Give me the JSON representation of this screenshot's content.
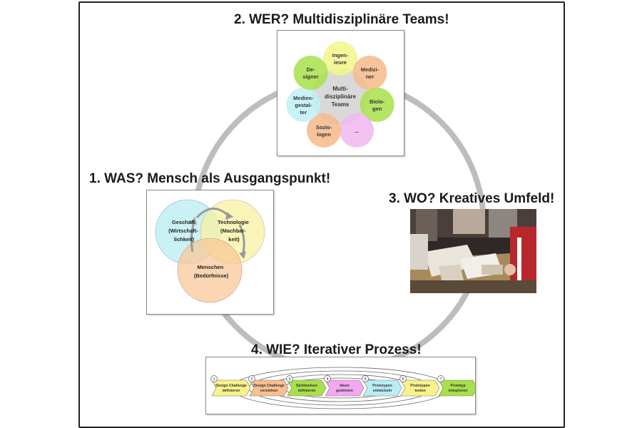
{
  "titles": {
    "who": "2. WER? Multidisziplinäre Teams!",
    "what": "1. WAS? Mensch als Ausgangspunkt!",
    "where": "3. WO? Kreatives Umfeld!",
    "how": "4. WIE? Iterativer Prozess!"
  },
  "teams": {
    "center": [
      "Multi-",
      "disziplinäre",
      "Teams"
    ],
    "members": [
      {
        "lines": [
          "Ingen-",
          "ieure"
        ],
        "color": "#f5f58a"
      },
      {
        "lines": [
          "Medizi-",
          "ner"
        ],
        "color": "#f6b98a"
      },
      {
        "lines": [
          "Biolo-",
          "gen"
        ],
        "color": "#a8e04a"
      },
      {
        "lines": [
          "..."
        ],
        "color": "#f0b8f0"
      },
      {
        "lines": [
          "Sozio-",
          "logen"
        ],
        "color": "#f6b98a"
      },
      {
        "lines": [
          "Medien-",
          "gestal-",
          "ter"
        ],
        "color": "#bff0f5"
      },
      {
        "lines": [
          "De-",
          "signer"
        ],
        "color": "#a8e04a"
      }
    ]
  },
  "venn": {
    "business": [
      "Geschäft",
      "(Wirtschaft-",
      "lichkeit)"
    ],
    "technology": [
      "Technologie",
      "(Machbar-",
      "keit)"
    ],
    "people": [
      "Menschen",
      "(Bedürfnisse)"
    ],
    "colors": {
      "business": "#b8ecf0",
      "technology": "#f7f2a0",
      "people": "#f8c89a"
    }
  },
  "process": {
    "steps": [
      {
        "num": "1",
        "lines": [
          "Design Challenge",
          "definieren"
        ],
        "color": "#f7f28a"
      },
      {
        "num": "2",
        "lines": [
          "Design Challenge",
          "verstehen"
        ],
        "color": "#f8c08e"
      },
      {
        "num": "3",
        "lines": [
          "Sichtweisen",
          "definieren"
        ],
        "color": "#a8e04a"
      },
      {
        "num": "4",
        "lines": [
          "Ideen",
          "gewinnen"
        ],
        "color": "#f3a8f0"
      },
      {
        "num": "5",
        "lines": [
          "Prototypen",
          "entwickeln"
        ],
        "color": "#b8eef5"
      },
      {
        "num": "6",
        "lines": [
          "Prototypen",
          "testen"
        ],
        "color": "#f7f28a"
      },
      {
        "num": "7",
        "lines": [
          "Prototyp",
          "integrieren"
        ],
        "color": "#a8e04a"
      }
    ]
  },
  "colors": {
    "ring": "#bdbdbd",
    "cycle_arrow": "#9a9a9a"
  },
  "photo": {
    "description_icon": "workshop-photo"
  }
}
